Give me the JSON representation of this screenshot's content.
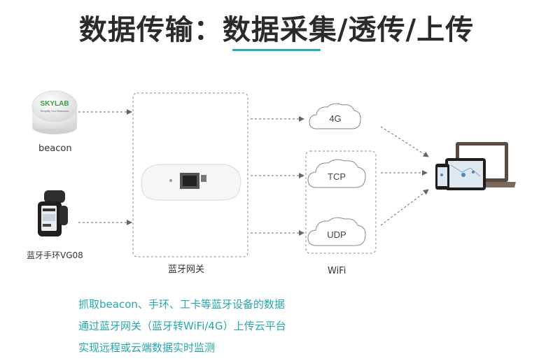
{
  "title": "数据传输：数据采集/透传/上传",
  "devices": {
    "beacon": {
      "label": "beacon",
      "brand": "SKYLAB",
      "tagline": "Simplify Your Business"
    },
    "band": {
      "label": "蓝牙手环VG08"
    }
  },
  "gateway": {
    "label": "蓝牙网关"
  },
  "networks": {
    "n4g": "4G",
    "tcp": "TCP",
    "udp": "UDP",
    "wifi": "WiFi"
  },
  "description": [
    "抓取beacon、手环、工卡等蓝牙设备的数据",
    "通过蓝牙网关（蓝牙转WiFi/4G）上传云平台",
    "实现远程或云端数据实时监测"
  ],
  "colors": {
    "accent": "#2bb0b8",
    "desc_text": "#27a6ad"
  }
}
